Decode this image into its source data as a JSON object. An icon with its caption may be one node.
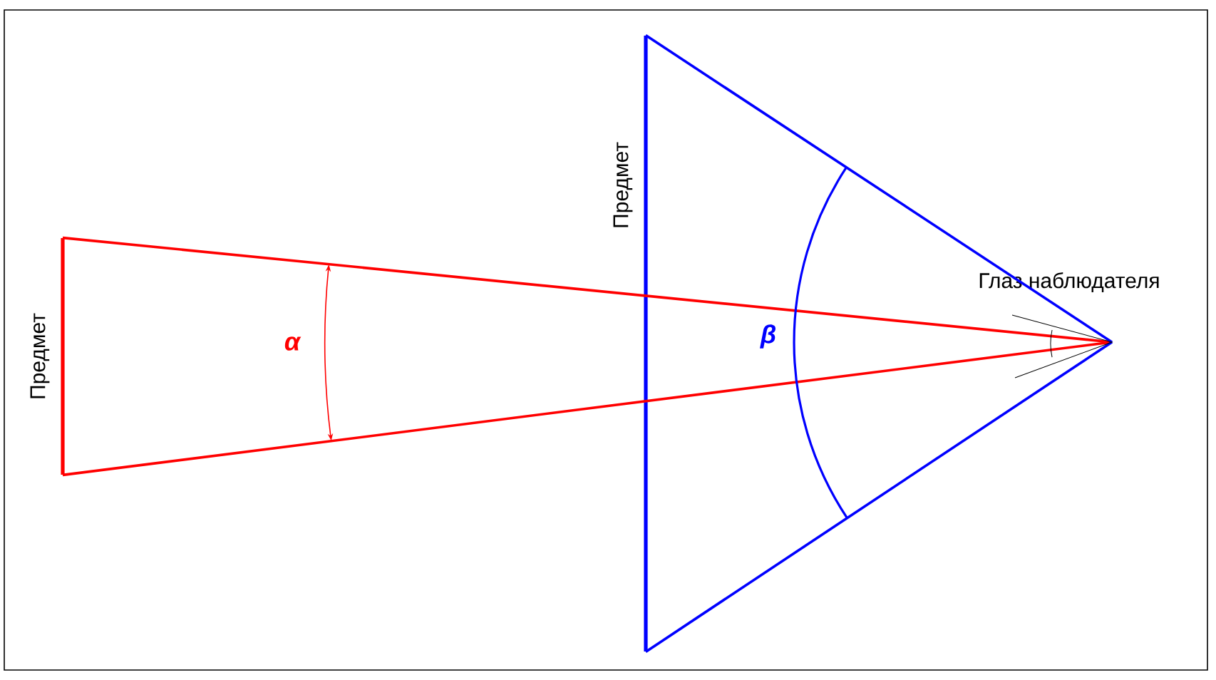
{
  "diagram": {
    "nodes": [
      {
        "text": [],
        "shape": "bar",
        "beside": [
          "Предмет"
        ]
      },
      {
        "text": [],
        "shape": "bar",
        "beside": [
          "Предмет"
        ]
      },
      {
        "text": [],
        "shape": "point",
        "beside": [
          "Глаз наблюдателя"
        ]
      }
    ],
    "edges": [
      {
        "from": 0,
        "to": 2,
        "arrow": "none",
        "color": "#ff0000"
      },
      {
        "from": 0,
        "to": 2,
        "arrow": "none",
        "color": "#ff0000"
      },
      {
        "from": 1,
        "to": 2,
        "arrow": "none",
        "color": "#0000ff"
      },
      {
        "from": 1,
        "to": 2,
        "arrow": "none",
        "color": "#0000ff"
      }
    ],
    "labels": [
      "α",
      "β"
    ]
  }
}
